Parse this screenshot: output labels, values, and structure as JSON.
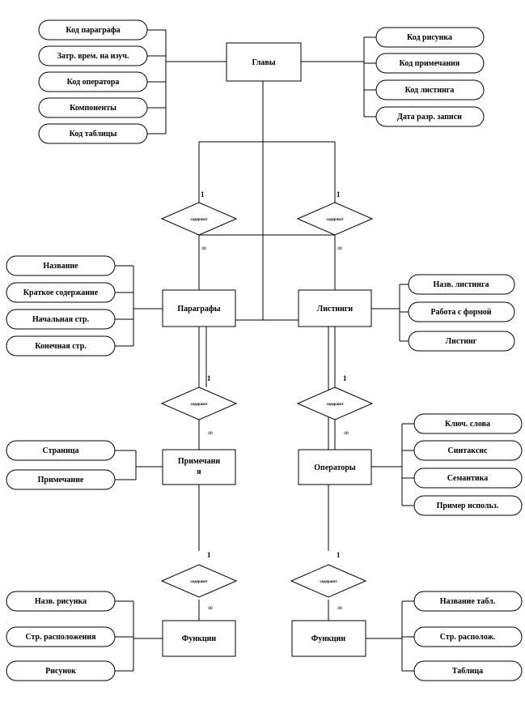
{
  "entities": {
    "glavy": "Главы",
    "paragrafy": "Параграфы",
    "listingi": "Листинги",
    "primechaniya_line1": "Примечани",
    "primechaniya_line2": "я",
    "operatory": "Операторы",
    "funktsii_left": "Функции",
    "funktsii_right": "Функции"
  },
  "relationships": {
    "r1": "содержит",
    "r2": "содержит",
    "r3": "содержит",
    "r4": "содержит",
    "r5": "содержит",
    "r6": "содержит"
  },
  "cardinality": {
    "one": "1",
    "many": "∞"
  },
  "attributes": {
    "glavy_left": [
      "Код параграфа",
      "Затр. врем. на изуч.",
      "Код оператора",
      "Компоненты",
      "Код таблицы"
    ],
    "glavy_right": [
      "Код рисунка",
      "Код примечания",
      "Код листинга",
      "Дата разр. записи"
    ],
    "paragrafy": [
      "Название",
      "Краткое содержание",
      "Начальная стр.",
      "Конечная стр."
    ],
    "listingi": [
      "Назв. листинга",
      "Работа с формой",
      "Листинг"
    ],
    "primechaniya": [
      "Страница",
      "Примечание"
    ],
    "operatory": [
      "Ключ. слова",
      "Синтаксис",
      "Семантика",
      "Пример использ."
    ],
    "funktsii_left": [
      "Назв. рисунка",
      "Стр. расположения",
      "Рисунок"
    ],
    "funktsii_right": [
      "Название табл.",
      "Стр. располож.",
      "Таблица"
    ]
  }
}
